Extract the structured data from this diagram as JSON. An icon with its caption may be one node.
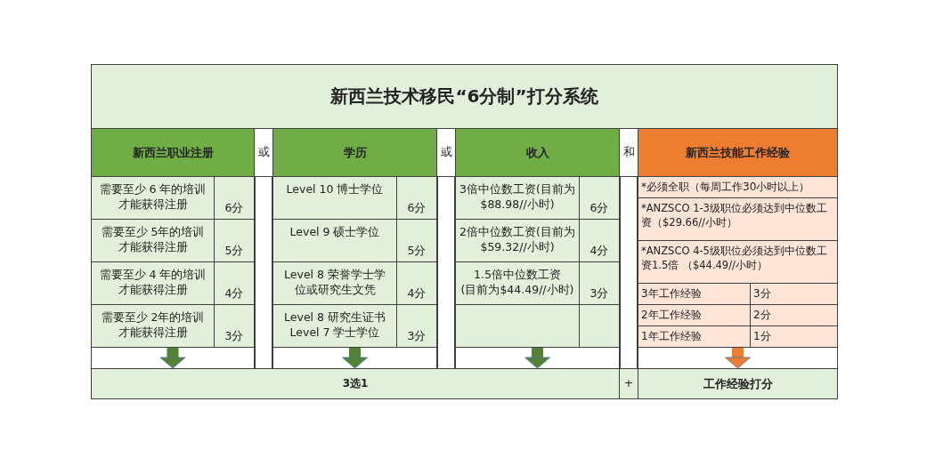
{
  "diagram": {
    "nodes": [
      {
        "text": [
          "新西兰技术移民“6分制”打分系统"
        ]
      },
      {
        "text": [
          "新西兰职业注册"
        ]
      },
      {
        "text": [
          "学历"
        ]
      },
      {
        "text": [
          "收入"
        ]
      },
      {
        "text": [
          "新西兰技能工作经验"
        ]
      },
      {
        "text": [],
        "shape": "box"
      },
      {
        "text": [],
        "shape": "box"
      },
      {
        "text": [],
        "shape": "box"
      },
      {
        "text": [],
        "shape": "box"
      },
      {
        "text": [
          "3选1"
        ]
      },
      {
        "text": [
          "工作经验打分"
        ]
      }
    ],
    "edges": [
      {
        "from": 5,
        "to": 9,
        "arrow": "to"
      },
      {
        "from": 6,
        "to": 9,
        "arrow": "to"
      },
      {
        "from": 7,
        "to": 9,
        "arrow": "to"
      },
      {
        "from": 8,
        "to": 10,
        "arrow": "to",
        "color": "#ed7d31"
      }
    ],
    "labels": [
      "或",
      "或",
      "和",
      "需要至少 6 年的培训才能获得注册",
      "6分",
      "Level 10 博士学位",
      "6分",
      "3倍中位数工资(目前为$88.98//小时)",
      "6分",
      "*必须全职（每周工作30小时以上）",
      "*ANZSCO 1-3级职位必须达到中位数工资（$29.66//小时）",
      "需要至少 5年的培训才能获得注册",
      "5分",
      "Level 9 硕士学位",
      "5分",
      "2倍中位数工资(目前为$59.32//小时)",
      "4分",
      "*ANZSCO 4-5级职位必须达到中位数工资1.5倍 （$44.49//小时）",
      "需要至少 4 年的培训才能获得注册",
      "4分",
      "Level 8 荣誉学士学位或研究生文凭",
      "4分",
      "1.5倍中位数工资(目前为$44.49//小时)",
      "3分",
      "3年工作经验",
      "3分",
      "需要至少 2年的培训才能获得注册",
      "3分",
      "Level 8 研究生证书 Level 7 学士学位",
      "3分",
      "2年工作经验",
      "2分",
      "1年工作经验",
      "1分",
      "+"
    ]
  }
}
